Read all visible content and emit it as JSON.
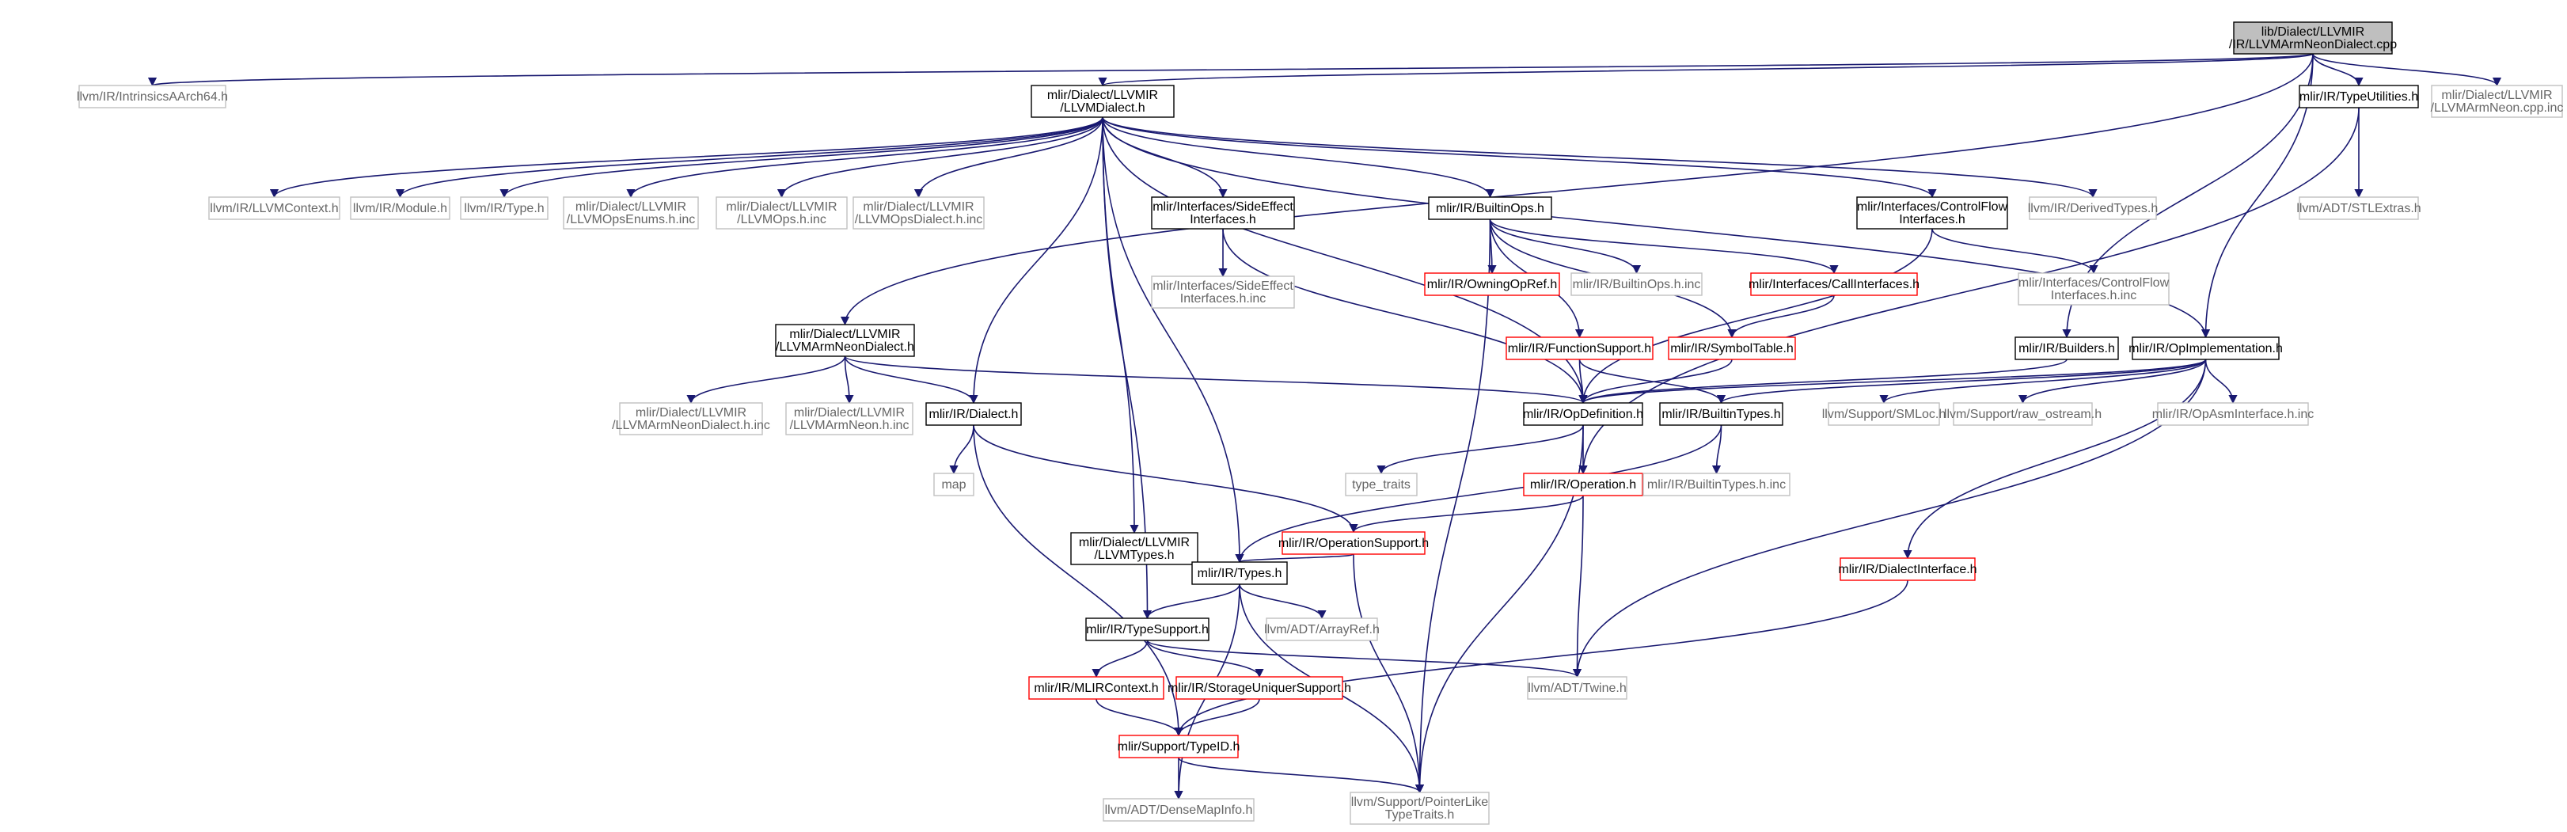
{
  "colors": {
    "edge": "#191970",
    "edge_gray": "#a9a9a9",
    "root_fill": "#bfbfbf",
    "border_normal": "#000000",
    "border_external": "#c0c0c0",
    "border_truncated": "#ff0000",
    "text_normal": "#000000",
    "text_external": "#666666",
    "text_truncated": "#000000"
  },
  "nodes": [
    {
      "id": "root",
      "lines": [
        "lib/Dialect/LLVMIR",
        "/IR/LLVMArmNeonDialect.cpp"
      ],
      "kind": "root"
    },
    {
      "id": "intrinsics",
      "lines": [
        "llvm/IR/IntrinsicsAArch64.h"
      ],
      "kind": "external"
    },
    {
      "id": "llvmdialect",
      "lines": [
        "mlir/Dialect/LLVMIR",
        "/LLVMDialect.h"
      ],
      "kind": "normal"
    },
    {
      "id": "typeutilities",
      "lines": [
        "mlir/IR/TypeUtilities.h"
      ],
      "kind": "normal"
    },
    {
      "id": "armneoncppinc",
      "lines": [
        "mlir/Dialect/LLVMIR",
        "/LLVMArmNeon.cpp.inc"
      ],
      "kind": "external"
    },
    {
      "id": "llvmcontext",
      "lines": [
        "llvm/IR/LLVMContext.h"
      ],
      "kind": "external"
    },
    {
      "id": "module",
      "lines": [
        "llvm/IR/Module.h"
      ],
      "kind": "external"
    },
    {
      "id": "type",
      "lines": [
        "llvm/IR/Type.h"
      ],
      "kind": "external"
    },
    {
      "id": "opsenums",
      "lines": [
        "mlir/Dialect/LLVMIR",
        "/LLVMOpsEnums.h.inc"
      ],
      "kind": "external"
    },
    {
      "id": "opsinc",
      "lines": [
        "mlir/Dialect/LLVMIR",
        "/LLVMOps.h.inc"
      ],
      "kind": "external"
    },
    {
      "id": "opsdialectinc",
      "lines": [
        "mlir/Dialect/LLVMIR",
        "/LLVMOpsDialect.h.inc"
      ],
      "kind": "external"
    },
    {
      "id": "sideeffect",
      "lines": [
        "mlir/Interfaces/SideEffect",
        "Interfaces.h"
      ],
      "kind": "normal"
    },
    {
      "id": "builtinops",
      "lines": [
        "mlir/IR/BuiltinOps.h"
      ],
      "kind": "normal"
    },
    {
      "id": "controlflow",
      "lines": [
        "mlir/Interfaces/ControlFlow",
        "Interfaces.h"
      ],
      "kind": "normal"
    },
    {
      "id": "derivedtypes",
      "lines": [
        "llvm/IR/DerivedTypes.h"
      ],
      "kind": "external"
    },
    {
      "id": "stlextras",
      "lines": [
        "llvm/ADT/STLExtras.h"
      ],
      "kind": "external"
    },
    {
      "id": "sideeffectinc",
      "lines": [
        "mlir/Interfaces/SideEffect",
        "Interfaces.h.inc"
      ],
      "kind": "external"
    },
    {
      "id": "owningopref",
      "lines": [
        "mlir/IR/OwningOpRef.h"
      ],
      "kind": "truncated"
    },
    {
      "id": "builtinopsinc",
      "lines": [
        "mlir/IR/BuiltinOps.h.inc"
      ],
      "kind": "external"
    },
    {
      "id": "callinterfaces",
      "lines": [
        "mlir/Interfaces/CallInterfaces.h"
      ],
      "kind": "truncated"
    },
    {
      "id": "controlflowinc",
      "lines": [
        "mlir/Interfaces/ControlFlow",
        "Interfaces.h.inc"
      ],
      "kind": "external"
    },
    {
      "id": "armneondialecth",
      "lines": [
        "mlir/Dialect/LLVMIR",
        "/LLVMArmNeonDialect.h"
      ],
      "kind": "normal"
    },
    {
      "id": "functionsupport",
      "lines": [
        "mlir/IR/FunctionSupport.h"
      ],
      "kind": "truncated"
    },
    {
      "id": "symboltable",
      "lines": [
        "mlir/IR/SymbolTable.h"
      ],
      "kind": "truncated"
    },
    {
      "id": "builders",
      "lines": [
        "mlir/IR/Builders.h"
      ],
      "kind": "normal"
    },
    {
      "id": "opimplementation",
      "lines": [
        "mlir/IR/OpImplementation.h"
      ],
      "kind": "normal"
    },
    {
      "id": "armneondialectinc",
      "lines": [
        "mlir/Dialect/LLVMIR",
        "/LLVMArmNeonDialect.h.inc"
      ],
      "kind": "external"
    },
    {
      "id": "armneoninc",
      "lines": [
        "mlir/Dialect/LLVMIR",
        "/LLVMArmNeon.h.inc"
      ],
      "kind": "external"
    },
    {
      "id": "dialect",
      "lines": [
        "mlir/IR/Dialect.h"
      ],
      "kind": "normal"
    },
    {
      "id": "opdefinition",
      "lines": [
        "mlir/IR/OpDefinition.h"
      ],
      "kind": "normal"
    },
    {
      "id": "builtintypes",
      "lines": [
        "mlir/IR/BuiltinTypes.h"
      ],
      "kind": "normal"
    },
    {
      "id": "smloc",
      "lines": [
        "llvm/Support/SMLoc.h"
      ],
      "kind": "external"
    },
    {
      "id": "rawostream",
      "lines": [
        "llvm/Support/raw_ostream.h"
      ],
      "kind": "external"
    },
    {
      "id": "opasminterface",
      "lines": [
        "mlir/IR/OpAsmInterface.h.inc"
      ],
      "kind": "external"
    },
    {
      "id": "map",
      "lines": [
        "map"
      ],
      "kind": "external"
    },
    {
      "id": "typetraits",
      "lines": [
        "type_traits"
      ],
      "kind": "external"
    },
    {
      "id": "operation",
      "lines": [
        "mlir/IR/Operation.h"
      ],
      "kind": "truncated"
    },
    {
      "id": "builtintypesinc",
      "lines": [
        "mlir/IR/BuiltinTypes.h.inc"
      ],
      "kind": "external"
    },
    {
      "id": "llvmtypes",
      "lines": [
        "mlir/Dialect/LLVMIR",
        "/LLVMTypes.h"
      ],
      "kind": "normal"
    },
    {
      "id": "operationsupport",
      "lines": [
        "mlir/IR/OperationSupport.h"
      ],
      "kind": "truncated"
    },
    {
      "id": "dialectinterface",
      "lines": [
        "mlir/IR/DialectInterface.h"
      ],
      "kind": "truncated"
    },
    {
      "id": "types",
      "lines": [
        "mlir/IR/Types.h"
      ],
      "kind": "normal"
    },
    {
      "id": "typesupport",
      "lines": [
        "mlir/IR/TypeSupport.h"
      ],
      "kind": "normal"
    },
    {
      "id": "arrayref",
      "lines": [
        "llvm/ADT/ArrayRef.h"
      ],
      "kind": "external"
    },
    {
      "id": "mlircontext",
      "lines": [
        "mlir/IR/MLIRContext.h"
      ],
      "kind": "truncated"
    },
    {
      "id": "storageunique",
      "lines": [
        "mlir/IR/StorageUniquerSupport.h"
      ],
      "kind": "truncated"
    },
    {
      "id": "twine",
      "lines": [
        "llvm/ADT/Twine.h"
      ],
      "kind": "external"
    },
    {
      "id": "typeid",
      "lines": [
        "mlir/Support/TypeID.h"
      ],
      "kind": "truncated"
    },
    {
      "id": "densemapinfo",
      "lines": [
        "llvm/ADT/DenseMapInfo.h"
      ],
      "kind": "external"
    },
    {
      "id": "pointerlike",
      "lines": [
        "llvm/Support/PointerLike",
        "TypeTraits.h"
      ],
      "kind": "external"
    }
  ],
  "edges": [
    [
      "root",
      "intrinsics"
    ],
    [
      "root",
      "llvmdialect"
    ],
    [
      "root",
      "typeutilities"
    ],
    [
      "root",
      "armneoncppinc"
    ],
    [
      "root",
      "armneondialecth"
    ],
    [
      "root",
      "builders"
    ],
    [
      "root",
      "opimplementation"
    ],
    [
      "llvmdialect",
      "llvmcontext"
    ],
    [
      "llvmdialect",
      "module"
    ],
    [
      "llvmdialect",
      "type"
    ],
    [
      "llvmdialect",
      "opsenums"
    ],
    [
      "llvmdialect",
      "opsinc"
    ],
    [
      "llvmdialect",
      "opsdialectinc"
    ],
    [
      "llvmdialect",
      "sideeffect"
    ],
    [
      "llvmdialect",
      "builtinops"
    ],
    [
      "llvmdialect",
      "controlflow"
    ],
    [
      "llvmdialect",
      "derivedtypes"
    ],
    [
      "llvmdialect",
      "opimplementation"
    ],
    [
      "llvmdialect",
      "dialect"
    ],
    [
      "llvmdialect",
      "opdefinition"
    ],
    [
      "llvmdialect",
      "llvmtypes"
    ],
    [
      "llvmdialect",
      "types"
    ],
    [
      "llvmdialect",
      "typesupport"
    ],
    [
      "typeutilities",
      "stlextras"
    ],
    [
      "typeutilities",
      "operation"
    ],
    [
      "sideeffect",
      "sideeffectinc"
    ],
    [
      "sideeffect",
      "opdefinition"
    ],
    [
      "builtinops",
      "owningopref"
    ],
    [
      "builtinops",
      "builtinopsinc"
    ],
    [
      "builtinops",
      "callinterfaces"
    ],
    [
      "builtinops",
      "functionsupport"
    ],
    [
      "builtinops",
      "symboltable"
    ],
    [
      "builtinops",
      "pointerlike"
    ],
    [
      "controlflow",
      "controlflowinc"
    ],
    [
      "controlflow",
      "opdefinition"
    ],
    [
      "callinterfaces",
      "symboltable"
    ],
    [
      "functionsupport",
      "opdefinition"
    ],
    [
      "functionsupport",
      "builtintypes"
    ],
    [
      "symboltable",
      "opdefinition"
    ],
    [
      "armneondialecth",
      "armneondialectinc"
    ],
    [
      "armneondialecth",
      "armneoninc"
    ],
    [
      "armneondialecth",
      "dialect"
    ],
    [
      "armneondialecth",
      "opdefinition"
    ],
    [
      "builders",
      "opdefinition"
    ],
    [
      "opimplementation",
      "opdefinition"
    ],
    [
      "opimplementation",
      "builtintypes"
    ],
    [
      "opimplementation",
      "smloc"
    ],
    [
      "opimplementation",
      "rawostream"
    ],
    [
      "opimplementation",
      "opasminterface"
    ],
    [
      "opimplementation",
      "twine"
    ],
    [
      "opimplementation",
      "dialectinterface"
    ],
    [
      "dialect",
      "map"
    ],
    [
      "dialect",
      "operationsupport"
    ],
    [
      "dialect",
      "typeid"
    ],
    [
      "opdefinition",
      "typetraits"
    ],
    [
      "opdefinition",
      "operation"
    ],
    [
      "opdefinition",
      "pointerlike"
    ],
    [
      "builtintypes",
      "builtintypesinc"
    ],
    [
      "builtintypes",
      "types"
    ],
    [
      "operation",
      "operationsupport"
    ],
    [
      "operation",
      "twine"
    ],
    [
      "llvmtypes",
      "types"
    ],
    [
      "operationsupport",
      "types"
    ],
    [
      "operationsupport",
      "pointerlike"
    ],
    [
      "dialectinterface",
      "typeid"
    ],
    [
      "types",
      "typesupport"
    ],
    [
      "types",
      "arrayref"
    ],
    [
      "types",
      "densemapinfo"
    ],
    [
      "types",
      "pointerlike"
    ],
    [
      "typesupport",
      "mlircontext"
    ],
    [
      "typesupport",
      "storageunique"
    ],
    [
      "typesupport",
      "twine"
    ],
    [
      "mlircontext",
      "typeid"
    ],
    [
      "storageunique",
      "typeid"
    ],
    [
      "typeid",
      "densemapinfo"
    ],
    [
      "typeid",
      "pointerlike"
    ]
  ]
}
